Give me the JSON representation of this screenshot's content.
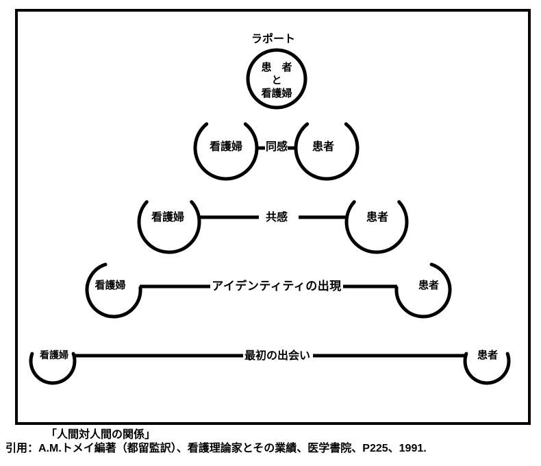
{
  "diagram": {
    "title_label": "ラポート",
    "rapport_circle": {
      "line1": "患　者",
      "line2": "と",
      "line3": "看護婦"
    },
    "stages": [
      {
        "name": "同感",
        "left": "看護婦",
        "right": "患者"
      },
      {
        "name": "共感",
        "left": "看護婦",
        "right": "患者"
      },
      {
        "name": "アイデンティティの出現",
        "left": "看護婦",
        "right": "患者"
      },
      {
        "name": "最初の出会い",
        "left": "看護婦",
        "right": "患者"
      }
    ],
    "caption_title": "「人間対人間の関係」",
    "citation": "引用：A.M.トメイ編著（都留監訳）、看護理論家とその業績、医学書院、P225、1991.",
    "colors": {
      "ink": "#000000",
      "background": "#ffffff"
    }
  }
}
